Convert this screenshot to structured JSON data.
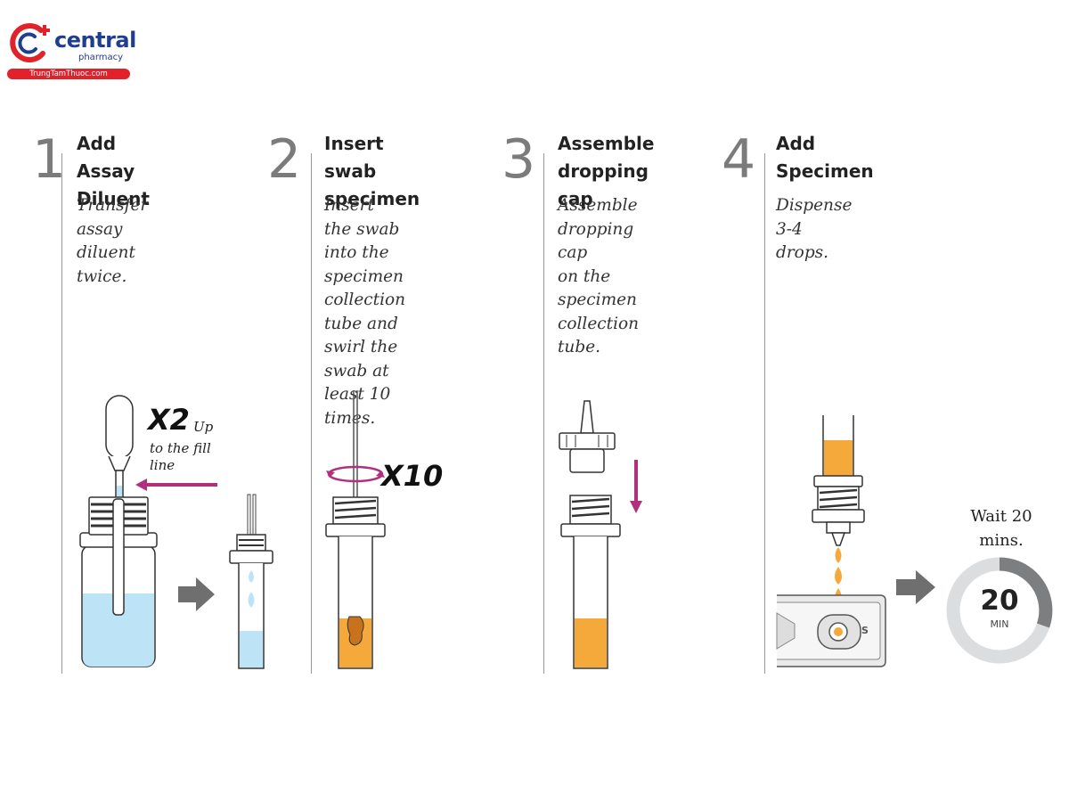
{
  "logo": {
    "name": "central",
    "sub": "pharmacy",
    "url": "TrungTamThuoc.com",
    "colors": {
      "brand_blue": "#1f3d92",
      "brand_red": "#e0222a"
    }
  },
  "steps": [
    {
      "number": "1",
      "title": "Add\nAssay Diluent",
      "description": "Transfer\nassay diluent\ntwice."
    },
    {
      "number": "2",
      "title": "Insert swab\nspecimen",
      "description": "Insert the swab\ninto the specimen\ncollection tube and\nswirl the swab at\nleast 10 times."
    },
    {
      "number": "3",
      "title": "Assemble\ndropping cap",
      "description": "Assemble\ndropping cap\non the specimen\ncollection tube."
    },
    {
      "number": "4",
      "title": "Add Specimen",
      "description": "Dispense 3-4 drops."
    }
  ],
  "annotations": {
    "step1_multiplier": "X2",
    "step1_note_lead": "Up",
    "step1_note": "to the fill\nline",
    "step2_multiplier": "X10",
    "wait": "Wait 20\nmins.",
    "timer_value": "20",
    "timer_unit": "MIN",
    "well_mark": "S"
  },
  "colors": {
    "diluent": "#bde3f6",
    "specimen": "#f5a93a",
    "arrow_magenta": "#b0307e",
    "arrow_gray": "#6f6f6f",
    "timer_dark": "#7c7e80",
    "timer_light": "#dcdddf"
  }
}
